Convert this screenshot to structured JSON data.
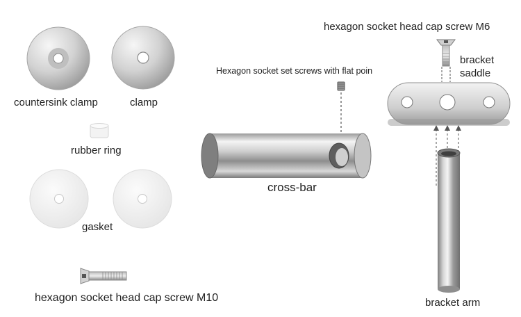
{
  "labels": {
    "countersink_clamp": "countersink clamp",
    "clamp": "clamp",
    "rubber_ring": "rubber ring",
    "gasket": "gasket",
    "screw_m10": "hexagon socket head cap screw M10",
    "set_screw": "Hexagon socket set screws with flat poin",
    "cross_bar": "cross-bar",
    "screw_m6": "hexagon socket head cap screw M6",
    "bracket_saddle_line1": "bracket",
    "bracket_saddle_line2": "saddle",
    "bracket_arm": "bracket arm"
  },
  "colors": {
    "metal_light": "#f2f2f2",
    "metal_mid": "#c9c9c9",
    "metal_dark": "#8a8a8a",
    "rubber": "#f4f4f4",
    "gasket": "#f1f1f1",
    "guide_line": "#555555"
  }
}
